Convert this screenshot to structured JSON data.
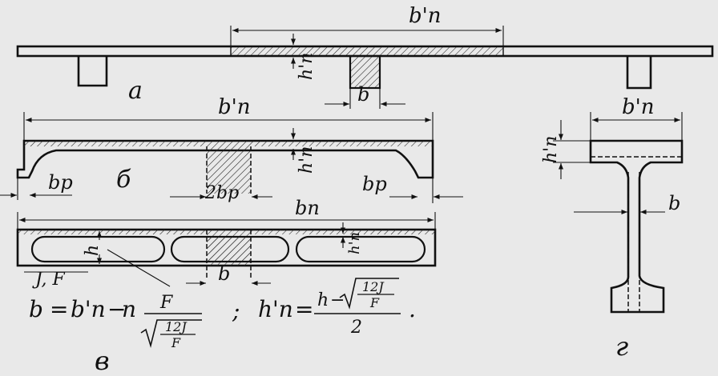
{
  "figures": {
    "a": {
      "caption": "а",
      "label_flange_width": "b'п",
      "label_flange_thickness": "h'п",
      "label_web_width": "b"
    },
    "b": {
      "caption": "б",
      "label_flange_width": "b'п",
      "label_flange_thickness": "h'п",
      "label_web_width": "2bр",
      "label_rib_left": "bр",
      "label_rib_right": "bр"
    },
    "v": {
      "caption": "в",
      "label_flange_width": "bп",
      "label_flange_thickness": "h'п",
      "label_height": "h",
      "label_section_props": "J, F",
      "label_web_width": "b"
    },
    "g": {
      "caption": "г",
      "label_flange_width": "b'п",
      "label_flange_thickness": "h'п",
      "label_web_width": "b"
    }
  },
  "formula": {
    "b_lhs": "b",
    "b_eq": "=",
    "b_term1": "b'п",
    "b_minus": "−",
    "b_n": "n",
    "b_frac_num": "F",
    "b_sqrt_num": "12J",
    "b_sqrt_den": "F",
    "separator": ";",
    "h_lhs": "h'п",
    "h_eq": "=",
    "h_num_h": "h",
    "h_num_minus": "−",
    "h_sqrt_num": "12J",
    "h_sqrt_den": "F",
    "h_den": "2",
    "end": "."
  }
}
